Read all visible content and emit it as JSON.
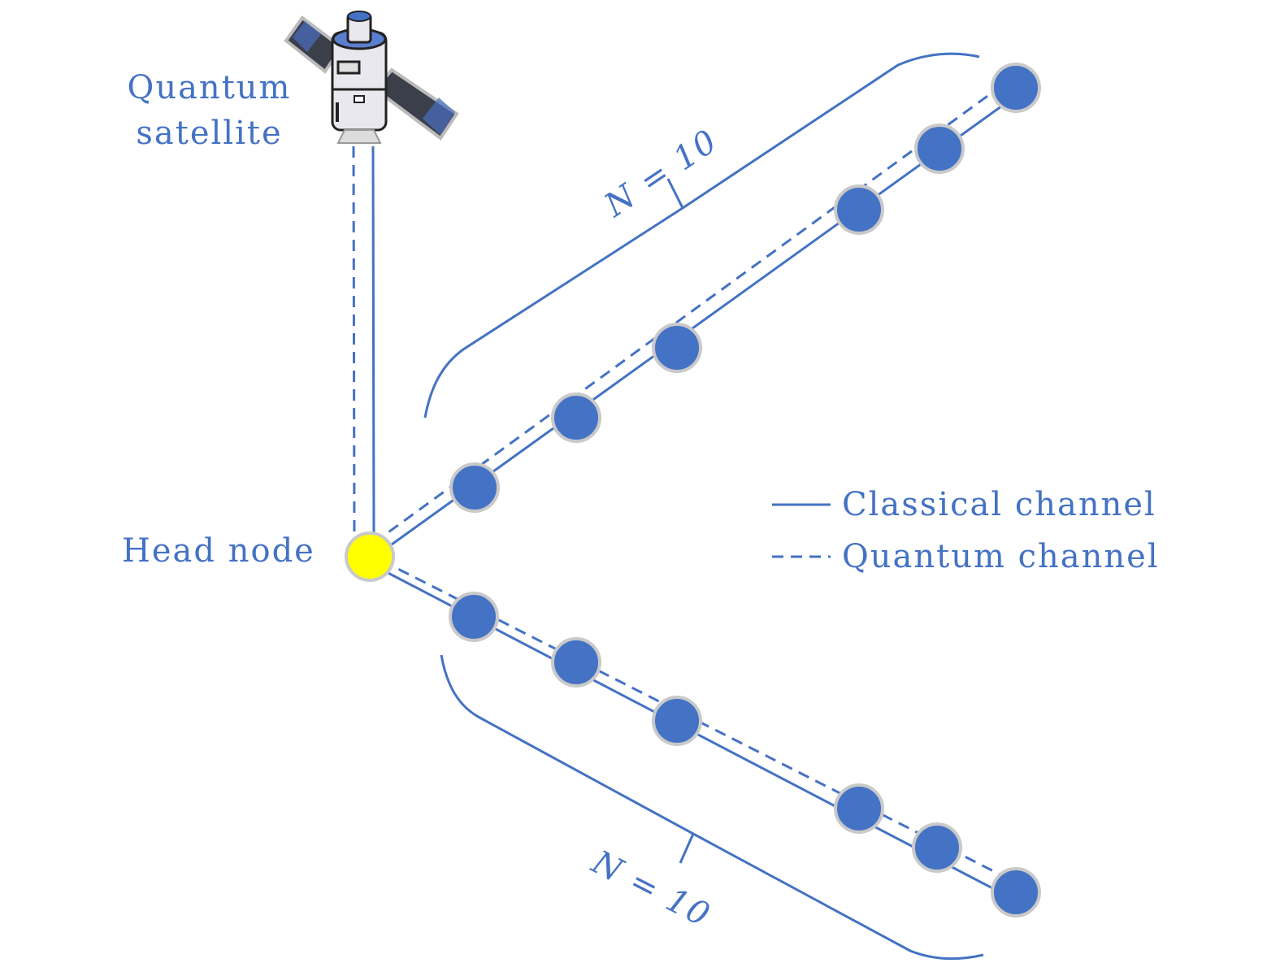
{
  "labels": {
    "satellite_line1": "Quantum",
    "satellite_line2": "satellite",
    "head_node": "Head node",
    "upper_group": "N = 10",
    "lower_group": "N = 10"
  },
  "legend": [
    {
      "label": "Classical channel",
      "style": "solid"
    },
    {
      "label": "Quantum channel",
      "style": "dashed"
    }
  ],
  "colors": {
    "line": "#4472c4",
    "node_fill": "#4472c4",
    "node_stroke": "#c9c9c9",
    "head_node_fill": "#ffff00"
  },
  "icons": {
    "satellite": "satellite-icon"
  },
  "branches": [
    {
      "name": "upper",
      "node_count_shown": 6,
      "total_nodes": 10
    },
    {
      "name": "lower",
      "node_count_shown": 6,
      "total_nodes": 10
    }
  ]
}
